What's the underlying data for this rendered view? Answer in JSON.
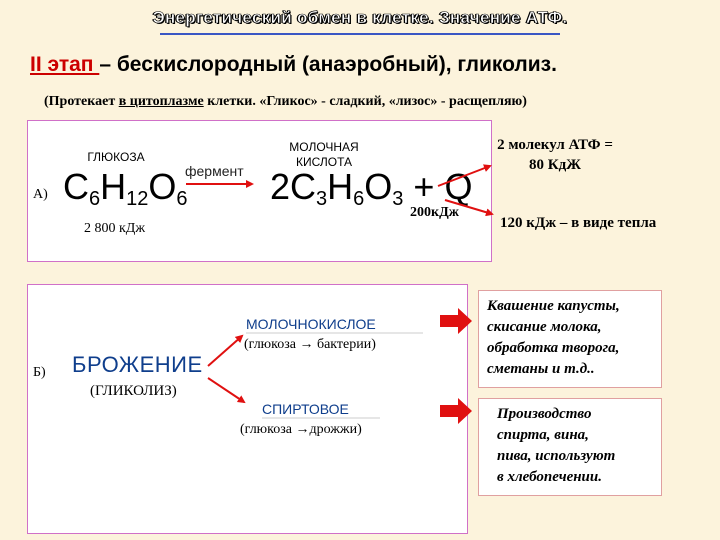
{
  "title": "Энергетический обмен в клетке. Значение АТФ.",
  "stage": {
    "label": "II этап ",
    "text": "– бескислородный (анаэробный), гликолиз."
  },
  "subtitle": {
    "prefix": "(Протекает ",
    "underlined": "в цитоплазме",
    "suffix": " клетки. «Гликос» - сладкий, «лизос» - расщепляю)"
  },
  "reaction": {
    "marker": "А)",
    "glucose_label": "ГЛЮКОЗА",
    "glucose_formula": {
      "c": "C",
      "c_n": "6",
      "h": "H",
      "h_n": "12",
      "o": "O",
      "o_n": "6"
    },
    "glucose_energy": "2 800 кДж",
    "enzyme": "фермент",
    "product_label_line1": "МОЛОЧНАЯ",
    "product_label_line2": "КИСЛОТА",
    "product_formula": {
      "coef": "2",
      "c": "C",
      "c_n": "3",
      "h": "H",
      "h_n": "6",
      "o": "O",
      "o_n": "3",
      "plus_q": " + Q"
    },
    "q_energy": "200кДж",
    "atp_line1": "2 молекул АТФ =",
    "atp_line2": "80 КдЖ",
    "heat": "120 кДж – в виде тепла"
  },
  "fermentation": {
    "marker": "Б)",
    "main_label": "БРОЖЕНИЕ",
    "main_sub": "(ГЛИКОЛИЗ)",
    "lactic_title": "МОЛОЧНОКИСЛОЕ",
    "lactic_desc": "(глюкоза → бактерии)",
    "alcohol_title": "СПИРТОВОЕ",
    "alcohol_desc": "(глюкоза →дрожжи)",
    "lactic_examples": [
      "Квашение капусты,",
      "скисание молока,",
      "обработка творога,",
      "сметаны и т.д.."
    ],
    "alcohol_examples": [
      "Производство",
      "спирта, вина,",
      "пива, используют",
      "в хлебопечении."
    ]
  },
  "colors": {
    "background": "#fcf3dc",
    "arrow_red": "#e01010",
    "blue_line": "#3a56c4",
    "stage_red": "#cc0000"
  }
}
